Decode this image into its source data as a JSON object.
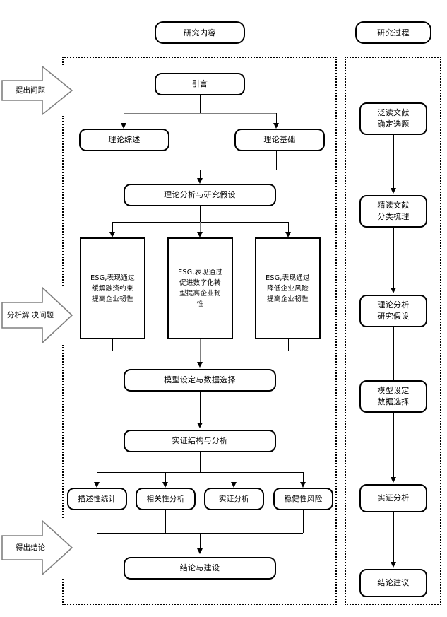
{
  "diagram": {
    "headers": {
      "left": "研究内容",
      "right": "研究过程"
    },
    "stage_banners": [
      {
        "id": "pose-problem",
        "label": "提出问题"
      },
      {
        "id": "analyze-solve",
        "line1": "分析解",
        "line2": "决问题"
      },
      {
        "id": "draw-conclusion",
        "label": "得出结论"
      }
    ],
    "content_nodes": {
      "intro": "引言",
      "theory_review": "理论综述",
      "theory_basis": "理论基础",
      "theory_analysis_hypothesis": "理论分析与研究假设",
      "mechanism_1": {
        "line1": "ESG,表现通过",
        "line2": "缓解融资约束",
        "line3": "提高企业韧性"
      },
      "mechanism_2": {
        "line1": "ESG,表现通过",
        "line2": "促进数字化转",
        "line3": "型提高企业韧",
        "line4": "性"
      },
      "mechanism_3": {
        "line1": "ESG,表现通过",
        "line2": "降低企业风险",
        "line3": "提高企业韧性"
      },
      "model_data": "模型设定与数据选择",
      "empirical_structure": "实证结构与分析",
      "descriptive_statistics": "描述性统计",
      "correlation_analysis": "相关性分析",
      "empirical_analysis": "实证分析",
      "robustness_risk": "稳健性风险",
      "conclusion_suggestion": "结论与建设"
    },
    "process_nodes": {
      "step1": {
        "line1": "泛读文献",
        "line2": "确定选题"
      },
      "step2": {
        "line1": "精读文献",
        "line2": "分类梳理"
      },
      "step3": {
        "line1": "理论分析",
        "line2": "研究假设"
      },
      "step4": {
        "line1": "模型设定",
        "line2": "数据选择"
      },
      "step5": {
        "line1": "实证分析"
      },
      "step6": {
        "line1": "结论建议"
      }
    },
    "colors": {
      "stroke": "#000000",
      "connector_grey": "#7f7f7f",
      "background": "#ffffff"
    }
  }
}
